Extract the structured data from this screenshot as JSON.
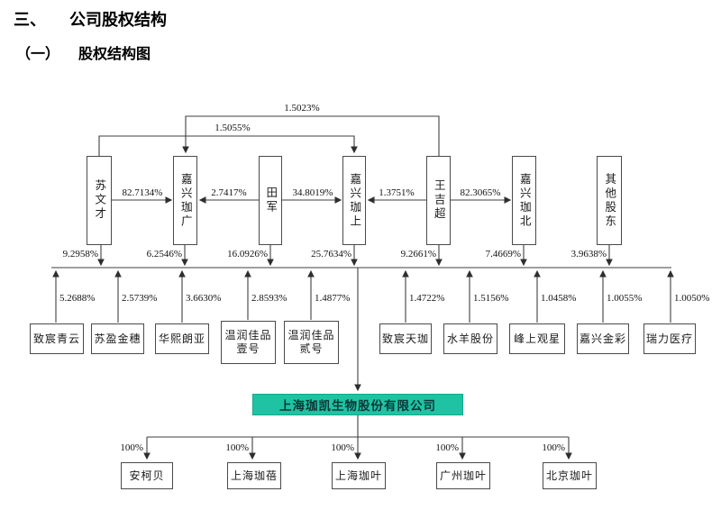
{
  "page": {
    "heading": {
      "number": "三、",
      "text": "公司股权结构"
    },
    "subheading": {
      "number": "（一）",
      "text": "股权结构图"
    }
  },
  "colors": {
    "company_bg": "#1FC3A4",
    "company_border": "#14A88B",
    "company_text": "#0E3636",
    "line": "#3F3F3F",
    "box_border": "#4A4A4A"
  },
  "diagram": {
    "cross_links": [
      {
        "from": "王吉超",
        "to": "嘉兴珈广",
        "pct": "1.5023%"
      },
      {
        "from": "苏文才",
        "to": "嘉兴珈上",
        "pct": "1.5055%"
      }
    ],
    "top_shareholders": [
      {
        "name": "苏文才",
        "direct_pct": "9.2958%"
      },
      {
        "name": "嘉兴珈广",
        "direct_pct": "6.2546%"
      },
      {
        "name": "田军",
        "direct_pct": "16.0926%"
      },
      {
        "name": "嘉兴珈上",
        "direct_pct": "25.7634%"
      },
      {
        "name": "王吉超",
        "direct_pct": "9.2661%"
      },
      {
        "name": "嘉兴珈北",
        "direct_pct": "7.4669%"
      },
      {
        "name": "其他股东",
        "direct_pct": "3.9638%"
      }
    ],
    "partner_links": [
      {
        "from": "苏文才",
        "to": "嘉兴珈广",
        "pct": "82.7134%"
      },
      {
        "from": "田军",
        "to": "嘉兴珈广",
        "pct": "2.7417%"
      },
      {
        "from": "田军",
        "to": "嘉兴珈上",
        "pct": "34.8019%"
      },
      {
        "from": "王吉超",
        "to": "嘉兴珈上",
        "pct": "1.3751%"
      },
      {
        "from": "王吉超",
        "to": "嘉兴珈北",
        "pct": "82.3065%"
      }
    ],
    "institutional_shareholders": [
      {
        "name": "致宸青云",
        "pct": "5.2688%"
      },
      {
        "name": "苏盈金穗",
        "pct": "2.5739%"
      },
      {
        "name": "华熙朗亚",
        "pct": "3.6630%"
      },
      {
        "name": "温润佳品",
        "name2": "壹号",
        "pct": "2.8593%"
      },
      {
        "name": "温润佳品",
        "name2": "贰号",
        "pct": "1.4877%"
      },
      {
        "name": "致宸天珈",
        "pct": "1.4722%"
      },
      {
        "name": "水羊股份",
        "pct": "1.5156%"
      },
      {
        "name": "峰上观星",
        "pct": "1.0458%"
      },
      {
        "name": "嘉兴金彩",
        "pct": "1.0055%"
      },
      {
        "name": "瑞力医疗",
        "pct": "1.0050%"
      }
    ],
    "company": {
      "name": "上海珈凯生物股份有限公司"
    },
    "subsidiaries": [
      {
        "name": "安柯贝",
        "pct": "100%"
      },
      {
        "name": "上海珈蓓",
        "pct": "100%"
      },
      {
        "name": "上海珈叶",
        "pct": "100%"
      },
      {
        "name": "广州珈叶",
        "pct": "100%"
      },
      {
        "name": "北京珈叶",
        "pct": "100%"
      }
    ]
  }
}
